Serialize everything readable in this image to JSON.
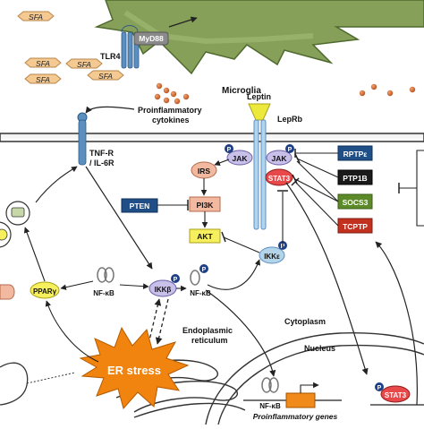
{
  "labels": {
    "sfa": "SFA",
    "myd88": "MyD88",
    "tlr4": "TLR4",
    "microglia": "Microglia",
    "proinflammatory_cytokines_1": "Proinflammatory",
    "proinflammatory_cytokines_2": "cytokines",
    "leptin": "Leptin",
    "leprb": "LepRb",
    "tnfr_1": "TNF-R",
    "tnfr_2": "/ IL-6R",
    "jak": "JAK",
    "p": "P",
    "irs": "IRS",
    "pi3k": "PI3K",
    "pten": "PTEN",
    "akt": "AKT",
    "stat3": "STAT3",
    "ikke": "IKKε",
    "ikkb": "IKKβ",
    "nfkb": "NF-κB",
    "ppar": "PPARγ",
    "er_1": "Endoplasmic",
    "er_2": "reticulum",
    "er_stress": "ER stress",
    "cytoplasm": "Cytoplasm",
    "nucleus": "Nucleus",
    "genes": "Proinflammatory genes"
  },
  "inhibitors": [
    "RPTPε",
    "PTP1B",
    "SOCS3",
    "TCPTP"
  ],
  "colors": {
    "microglia_fill": "#86a05a",
    "myd88": "#8a8a8a",
    "sfa_fill": "#f4c992",
    "cytokine_dots": "#c4642a",
    "receptor_blue": "#5b8fc0",
    "leptin_yellow": "#ece83c",
    "pink_node": "#f2b9a0",
    "yellow_node": "#f6ef5e",
    "pten": "#1f4f86",
    "rptpe": "#1f4f86",
    "ptp1b": "#1a1a1a",
    "socs3": "#5c8a28",
    "tcptp": "#c2301f",
    "er_stress": "#f0840e",
    "gene_box": "#f08a1a",
    "lavender": "#c8c0e8"
  }
}
